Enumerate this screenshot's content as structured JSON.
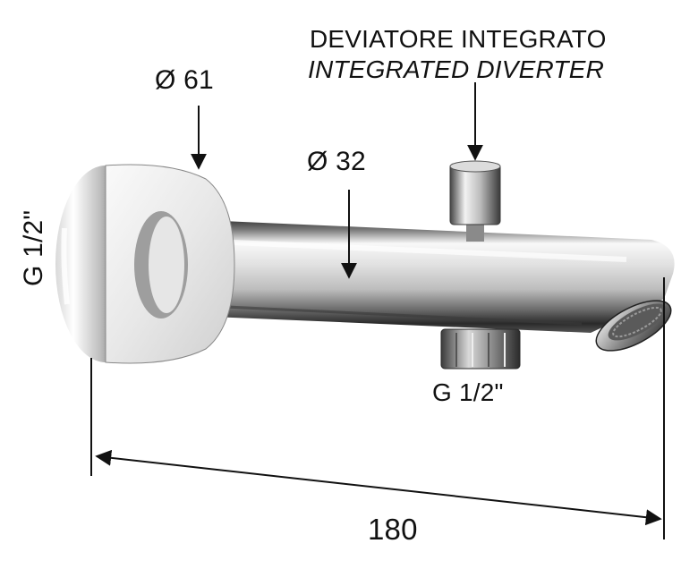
{
  "diagram": {
    "diverter_label_it": "DEVIATORE INTEGRATO",
    "diverter_label_en": "INTEGRATED DIVERTER",
    "flange_diameter": "Ø 61",
    "spout_diameter": "Ø 32",
    "wall_thread": "G 1/2\"",
    "bottom_thread": "G 1/2\"",
    "length": "180"
  },
  "colors": {
    "line": "#111111",
    "chrome_dark": "#3a3a3a",
    "chrome_mid": "#9a9a9a",
    "chrome_light": "#f4f4f4"
  }
}
